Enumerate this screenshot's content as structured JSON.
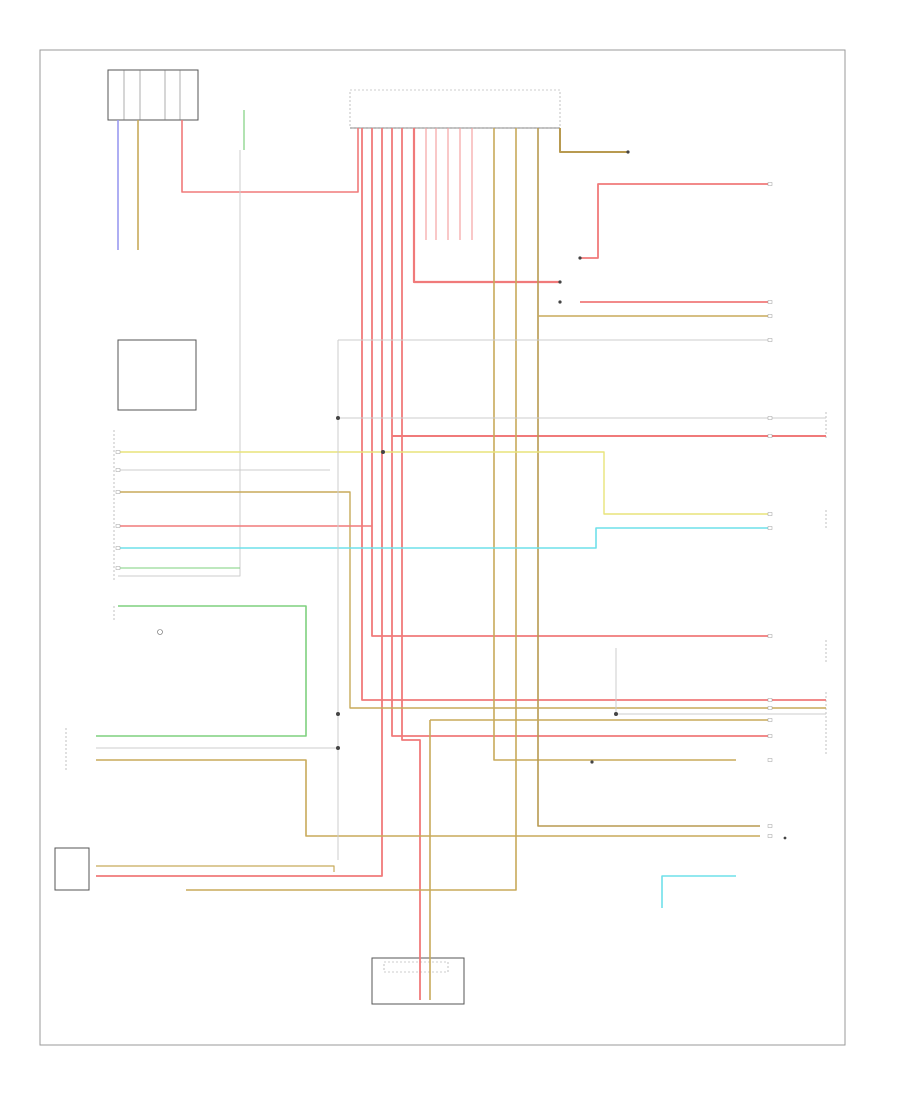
{
  "diagram": {
    "footer_code": "",
    "components": [
      {
        "id": "top-left-sensor",
        "text": ""
      },
      {
        "id": "top-left-connector-label",
        "text": ""
      },
      {
        "id": "center-top-connector",
        "text": ""
      },
      {
        "id": "top-right-module",
        "text": ""
      },
      {
        "id": "middle-left-module",
        "text": ""
      },
      {
        "id": "left-connector-stack",
        "text": ""
      },
      {
        "id": "left-sensor-small",
        "text": ""
      },
      {
        "id": "bottom-left-switch",
        "text": ""
      },
      {
        "id": "bottom-left-unit",
        "text": ""
      },
      {
        "id": "bottom-center-module",
        "text": ""
      },
      {
        "id": "right-control-unit",
        "text": ""
      },
      {
        "id": "right-ground-label",
        "text": ""
      },
      {
        "id": "bottom-right-module",
        "text": ""
      },
      {
        "id": "bottom-right-sensor",
        "text": ""
      }
    ],
    "wire_colors": {
      "red": "#f07a7a",
      "pink": "#f5a3a3",
      "tan": "#c8aa5a",
      "yellow": "#e8e47a",
      "green": "#7ed07e",
      "cyan": "#6fe0ea",
      "violet": "#9a9af0",
      "olive": "#b89a50",
      "gray": "#cccccc"
    }
  }
}
